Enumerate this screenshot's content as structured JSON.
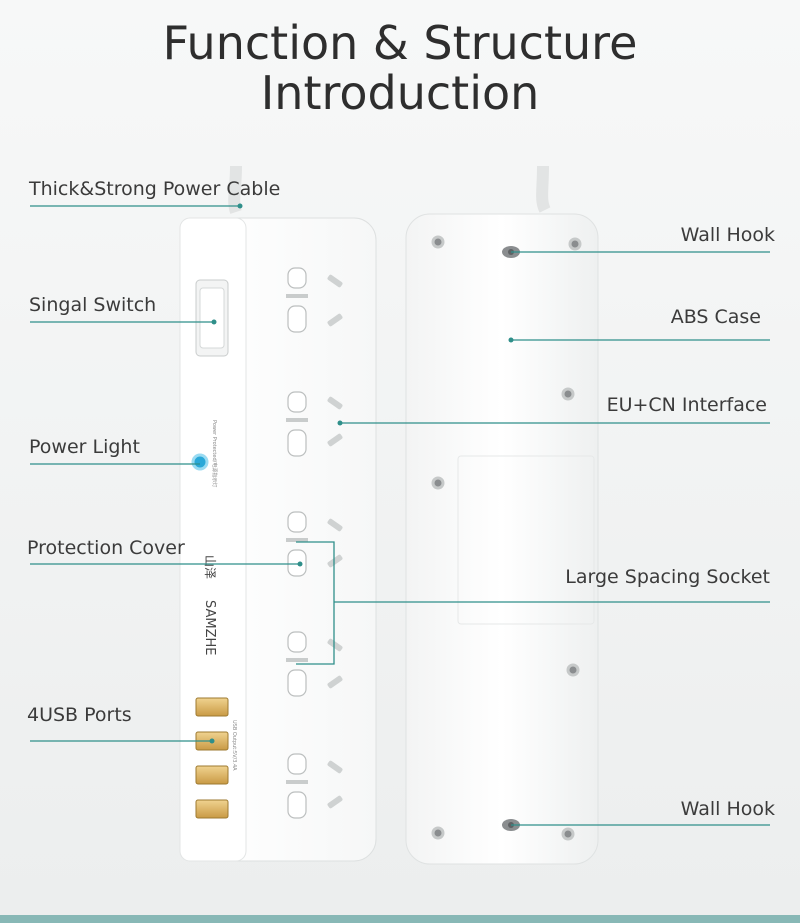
{
  "title": {
    "line1": "Function & Structure",
    "line2": "Introduction"
  },
  "callouts": {
    "power_cable": "Thick&Strong Power Cable",
    "switch": "Singal Switch",
    "power_light": "Power Light",
    "protection_cover": "Protection Cover",
    "usb_ports": "4USB Ports",
    "wall_hook_top": "Wall Hook",
    "abs_case": "ABS Case",
    "interface": "EU+CN Interface",
    "spacing_socket": "Large Spacing Socket",
    "wall_hook_bottom": "Wall Hook"
  },
  "product": {
    "brand": "SAMZHE",
    "brand_cn": "山泽",
    "power_text": "Power Protected/电源指示灯",
    "usb_text": "USB Output:5V/3.4A"
  },
  "colors": {
    "accent": "#2f8f8a",
    "device": "#ffffff",
    "usb": "#d8b463"
  }
}
